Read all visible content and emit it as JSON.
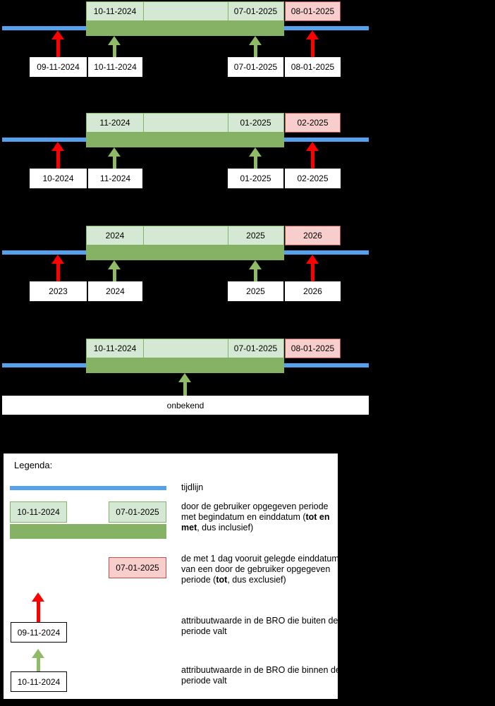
{
  "colors": {
    "background": "#000000",
    "timeline": "#55a1ee",
    "period_fill": "#85b264",
    "light_fill": "#d5e8d4",
    "light_border": "#82b366",
    "pink_fill": "#f8cecc",
    "pink_border": "#b85450",
    "red_arrow": "#ff0000",
    "green_arrow": "#8fbb67"
  },
  "sections": [
    {
      "id": "period-days",
      "period_start_label": "10-11-2024",
      "period_end_label": "07-01-2025",
      "excluded_label": "08-01-2025",
      "markers": [
        {
          "label": "09-11-2024",
          "type": "outside"
        },
        {
          "label": "10-11-2024",
          "type": "inside"
        },
        {
          "label": "07-01-2025",
          "type": "inside"
        },
        {
          "label": "08-01-2025",
          "type": "outside"
        }
      ]
    },
    {
      "id": "period-months",
      "period_start_label": "11-2024",
      "period_end_label": "01-2025",
      "excluded_label": "02-2025",
      "markers": [
        {
          "label": "10-2024",
          "type": "outside"
        },
        {
          "label": "11-2024",
          "type": "inside"
        },
        {
          "label": "01-2025",
          "type": "inside"
        },
        {
          "label": "02-2025",
          "type": "outside"
        }
      ]
    },
    {
      "id": "period-years",
      "period_start_label": "2024",
      "period_end_label": "2025",
      "excluded_label": "2026",
      "markers": [
        {
          "label": "2023",
          "type": "outside"
        },
        {
          "label": "2024",
          "type": "inside"
        },
        {
          "label": "2025",
          "type": "inside"
        },
        {
          "label": "2026",
          "type": "outside"
        }
      ]
    },
    {
      "id": "period-unknown",
      "period_start_label": "10-11-2024",
      "period_end_label": "07-01-2025",
      "excluded_label": "08-01-2025",
      "markers": [
        {
          "label": "onbekend",
          "type": "inside",
          "wide": true
        }
      ]
    }
  ],
  "legend": {
    "title": "Legenda:",
    "timeline_label": "tijdlijn",
    "period_box_start": "10-11-2024",
    "period_box_end": "07-01-2025",
    "period_desc_pre": "door de gebruiker opgegeven periode met begindatum en einddatum (",
    "period_desc_bold": "tot en met",
    "period_desc_post": ", dus inclusief)",
    "excluded_box": "07-01-2025",
    "excluded_desc_pre": "de met 1 dag vooruit gelegde einddatum van een door de gebruiker opgegeven periode (",
    "excluded_desc_bold": "tot",
    "excluded_desc_post": ", dus exclusief)",
    "outside_box": "09-11-2024",
    "outside_desc": "attribuutwaarde in de BRO die buiten de periode valt",
    "inside_box": "10-11-2024",
    "inside_desc": "attribuutwaarde in de BRO die binnen de periode valt"
  }
}
